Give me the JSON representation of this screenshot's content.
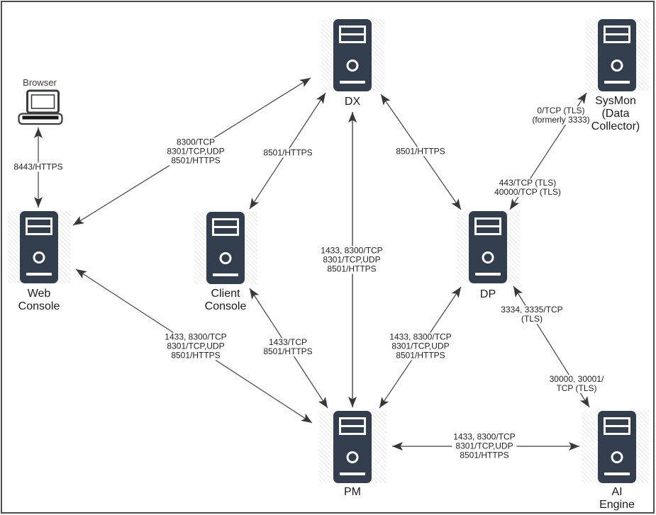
{
  "diagram": {
    "type": "network-port-architecture",
    "colors": {
      "server_fill": "#323e4e",
      "arrow_line": "#404040",
      "text": "#1f1f1f",
      "hatch": "#ebebeb"
    }
  },
  "nodes": {
    "browser": {
      "label": "Browser"
    },
    "dx": {
      "label": "DX"
    },
    "sysmon": {
      "label": "SysMon\n(Data\nCollector)"
    },
    "web_console": {
      "label": "Web\nConsole"
    },
    "client_console": {
      "label": "Client\nConsole"
    },
    "dp": {
      "label": "DP"
    },
    "pm": {
      "label": "PM"
    },
    "ai_engine": {
      "label": "AI Engine"
    }
  },
  "connections": {
    "browser_web_console": {
      "from": "Browser",
      "to": "Web Console",
      "bidirectional": true,
      "ports": "8443/HTTPS"
    },
    "web_console_dx": {
      "from": "Web Console",
      "to": "DX",
      "bidirectional": true,
      "ports": "8300/TCP\n8301/TCP,UDP\n8501/HTTPS"
    },
    "client_console_dx": {
      "from": "Client Console",
      "to": "DX",
      "bidirectional": true,
      "ports": "8501/HTTPS"
    },
    "dx_dp": {
      "from": "DX",
      "to": "DP",
      "bidirectional": true,
      "ports": "8501/HTTPS"
    },
    "dx_pm": {
      "from": "DX",
      "to": "PM",
      "bidirectional": true,
      "ports": "1433, 8300/TCP\n8301/TCP,UDP\n8501/HTTPS"
    },
    "web_console_pm": {
      "from": "Web Console",
      "to": "PM",
      "bidirectional": true,
      "ports": "1433, 8300/TCP\n8301/TCP,UDP\n8501/HTTPS"
    },
    "client_console_pm": {
      "from": "Client Console",
      "to": "PM",
      "bidirectional": true,
      "ports": "1433/TCP\n8501/HTTPS"
    },
    "dp_pm": {
      "from": "DP",
      "to": "PM",
      "bidirectional": true,
      "ports": "1433, 8300/TCP\n8301/TCP,UDP\n8501/HTTPS"
    },
    "dp_sysmon": {
      "from": "DP",
      "to": "SysMon",
      "bidirectional": true,
      "ports_near_sysmon": "0/TCP (TLS)\n(formerly 3333)",
      "ports_near_dp": "443/TCP (TLS)\n40000/TCP (TLS)"
    },
    "dp_ai_engine": {
      "from": "DP",
      "to": "AI Engine",
      "bidirectional": true,
      "ports_near_dp": "3334, 3335/TCP\n(TLS)",
      "ports_near_ai_engine": "30000, 30001/\nTCP (TLS)"
    },
    "pm_ai_engine": {
      "from": "PM",
      "to": "AI Engine",
      "bidirectional": true,
      "ports": "1433, 8300/TCP\n8301/TCP,UDP\n8501/HTTPS"
    }
  }
}
